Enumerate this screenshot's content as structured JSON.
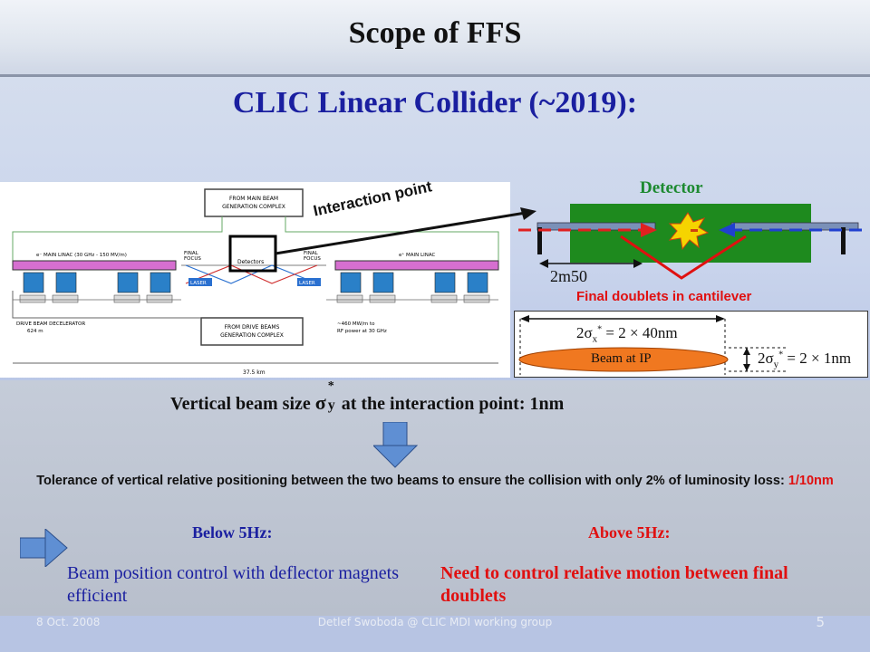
{
  "slide": {
    "title": "Scope of FFS",
    "subtitle": "CLIC Linear Collider (~2019):"
  },
  "diagram": {
    "interaction_label": "Interaction point",
    "detector_label": "Detector",
    "dimension_label": "2m50",
    "doublets_label": "Final doublets in cantilever",
    "beam_label": "Beam at IP",
    "sigma_x": "2σ",
    "sigma_x_value": "= 2 × 40nm",
    "sigma_y": "2σ",
    "sigma_y_value": "= 2 × 1nm",
    "schematic": {
      "from_main": "FROM MAIN BEAM GENERATION COMPLEX",
      "from_drive": "FROM DRIVE BEAMS GENERATION COMPLEX",
      "linac_left": "e⁻ MAIN LINAC (30 GHz - 150 MV/m)",
      "linac_right": "e⁺ MAIN LINAC",
      "final_focus": "FINAL FOCUS",
      "laser": "LASER",
      "detectors": "Detectors",
      "decelerator": "DRIVE BEAM DECELERATOR",
      "decel_len": "624 m",
      "rf_power": "~460 MW/m RF power at 30 GHz",
      "length": "37.5 km"
    }
  },
  "body": {
    "vertical_prefix": "Vertical beam size",
    "sigma": "σ",
    "sigma_sub": "y",
    "sigma_sup": "*",
    "vertical_suffix": "at the interaction point: 1nm",
    "tolerance_text": "Tolerance of vertical relative positioning between the two beams to ensure the collision with only 2% of luminosity loss:",
    "tolerance_value": "1/10nm",
    "below_label": "Below 5Hz:",
    "above_label": "Above 5Hz:",
    "below_text": " Beam position control with deflector magnets efficient",
    "above_text": " Need to control relative motion between final doublets"
  },
  "footer": {
    "date": "8 Oct. 2008",
    "center": "Detlef Swoboda @ CLIC MDI working group",
    "page": "5"
  }
}
